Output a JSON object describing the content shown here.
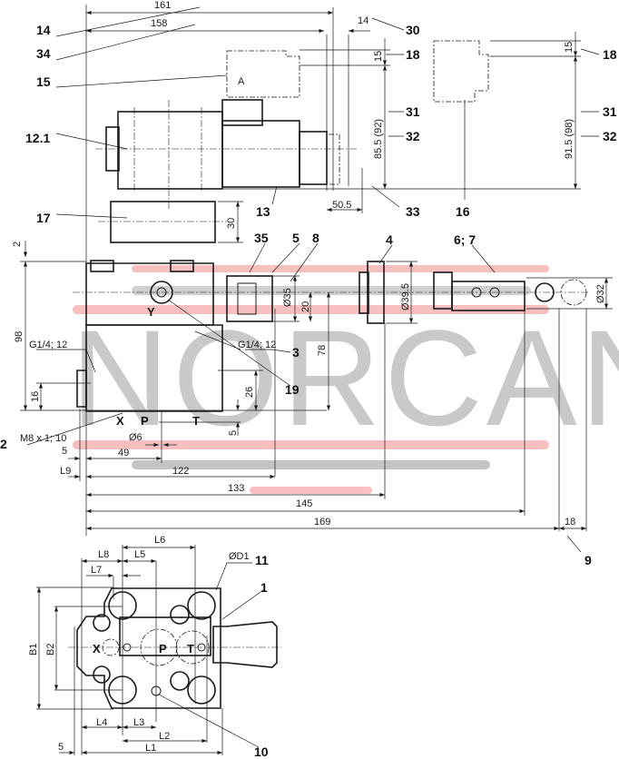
{
  "watermark": {
    "text": "NORCAN",
    "letter_color": "#8a8a8a",
    "bar_color": "#f08080"
  },
  "top_view": {
    "dims": {
      "d161": "161",
      "d158": "158",
      "d14": "14",
      "d15a": "15",
      "d855": "85.5 (92)",
      "d15b": "15",
      "d915": "91.5 (98)",
      "d505": "50.5",
      "d30": "30",
      "d2": "2"
    },
    "callouts": {
      "c14": "14",
      "c34": "34",
      "c15": "15",
      "c121": "12.1",
      "c17": "17",
      "c13": "13",
      "c30": "30",
      "c18": "18",
      "c31": "31",
      "c32": "32",
      "c33": "33",
      "c16": "16",
      "c18r": "18",
      "c31r": "31",
      "c32r": "32"
    },
    "connector_label": "A"
  },
  "side_view": {
    "dims": {
      "d98": "98",
      "g14a": "G1/4; 12",
      "g14b": "G1/4; 12",
      "d16": "16",
      "d35": "Ø35",
      "d20": "20",
      "d395": "Ø39.5",
      "d32": "Ø32",
      "d78": "78",
      "d26": "26",
      "d5v": "5",
      "m8": "M8 x 1; 10",
      "d6": "Ø6",
      "d5": "5",
      "d49": "49",
      "l9": "L9",
      "d122": "122",
      "d133": "133",
      "d145": "145",
      "d169": "169",
      "d18": "18"
    },
    "callouts": {
      "c35": "35",
      "c5": "5",
      "c8": "8",
      "c4": "4",
      "c67": "6; 7",
      "c3": "3",
      "c19": "19",
      "c2": "2",
      "c9": "9"
    },
    "ports": {
      "x": "X",
      "p": "P",
      "t": "T",
      "y": "Y"
    }
  },
  "bottom_view": {
    "dims": {
      "l6": "L6",
      "l8": "L8",
      "l5": "L5",
      "l7": "L7",
      "d1": "ØD1",
      "b1": "B1",
      "b2": "B2",
      "l4": "L4",
      "l3": "L3",
      "l2": "L2",
      "l1": "L1",
      "d5": "5"
    },
    "callouts": {
      "c11": "11",
      "c1": "1",
      "c10": "10"
    },
    "ports": {
      "x": "X",
      "p": "P",
      "t": "T"
    }
  }
}
